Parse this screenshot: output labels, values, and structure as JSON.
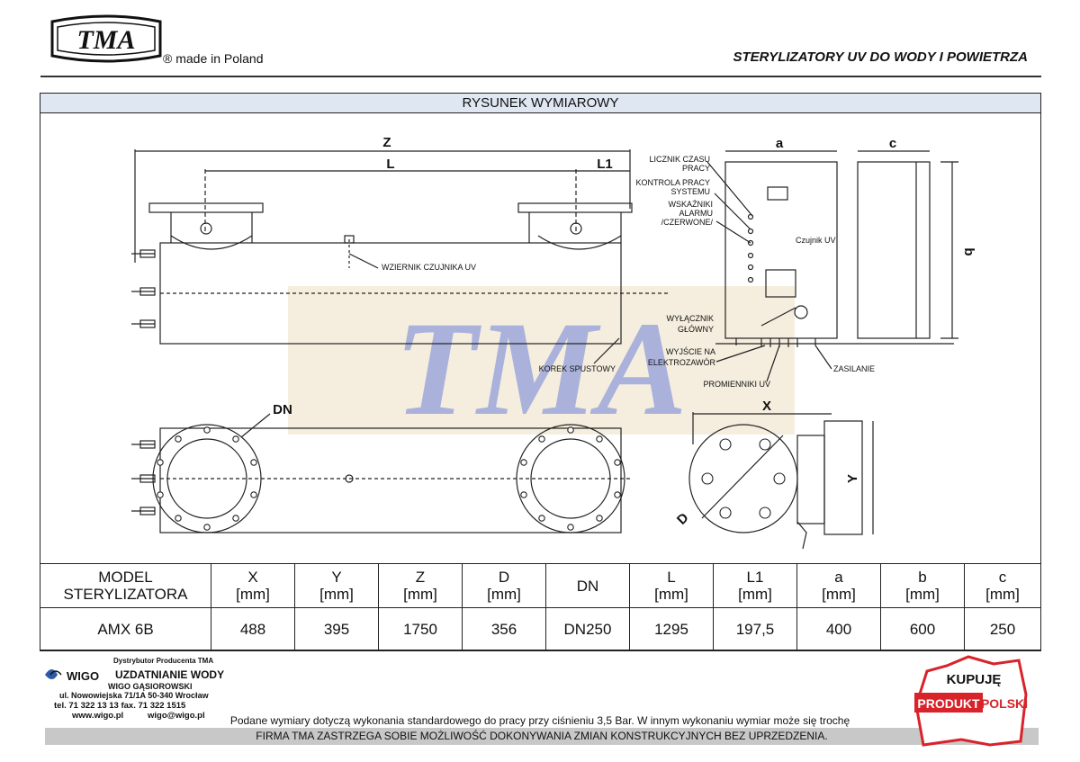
{
  "header": {
    "logo_text": "TMA",
    "made_in": "® made in Poland",
    "title": "STERYLIZATORY UV DO WODY I POWIETRZA"
  },
  "section_title": "RYSUNEK WYMIAROWY",
  "drawing": {
    "watermark": "TMA",
    "dims": {
      "Z": "Z",
      "L": "L",
      "L1": "L1",
      "a": "a",
      "c": "c",
      "b": "b",
      "DN": "DN",
      "X": "X",
      "Y": "Y",
      "D": "D"
    },
    "callouts": {
      "wziernik": "WZIERNIK CZUJNIKA UV",
      "korek": "KOREK SPUSTOWY",
      "licznik1": "LICZNIK CZASU",
      "licznik2": "PRACY",
      "kontrola1": "KONTROLA PRACY",
      "kontrola2": "SYSTEMU",
      "wsk1": "WSKAŹNIKI",
      "wsk2": "ALARMU",
      "wsk3": "/CZERWONE/",
      "czujnik": "Czujnik UV",
      "wyl1": "WYŁĄCZNIK",
      "wyl2": "GŁÓWNY",
      "wyj1": "WYJŚCIE NA",
      "wyj2": "ELEKTROZAWÓR",
      "zasilanie": "ZASILANIE",
      "prom": "PROMIENNIKI UV"
    }
  },
  "table": {
    "headers": [
      {
        "l1": "MODEL",
        "l2": "STERYLIZATORA"
      },
      {
        "l1": "X",
        "l2": "[mm]"
      },
      {
        "l1": "Y",
        "l2": "[mm]"
      },
      {
        "l1": "Z",
        "l2": "[mm]"
      },
      {
        "l1": "D",
        "l2": "[mm]"
      },
      {
        "l1": "DN",
        "l2": ""
      },
      {
        "l1": "L",
        "l2": "[mm]"
      },
      {
        "l1": "L1",
        "l2": "[mm]"
      },
      {
        "l1": "a",
        "l2": "[mm]"
      },
      {
        "l1": "b",
        "l2": "[mm]"
      },
      {
        "l1": "c",
        "l2": "[mm]"
      }
    ],
    "row": [
      "AMX 6B",
      "488",
      "395",
      "1750",
      "356",
      "DN250",
      "1295",
      "197,5",
      "400",
      "600",
      "250"
    ]
  },
  "distributor": {
    "logo_text": "WIGO",
    "line1": "Dystrybutor Producenta TMA",
    "line2": "UZDATNIANIE WODY",
    "line3": "WIGO GĄSIOROWSKI",
    "line4": "ul. Nowowiejska 71/1A 50-340 Wrocław",
    "line5": "tel. 71 322 13 13  fax. 71 322 1515",
    "line6": "www.wigo.pl",
    "line7": "wigo@wigo.pl"
  },
  "notes": {
    "note1": "Podane wymiary dotyczą wykonania standardowego do pracy przy ciśnieniu 3,5 Bar. W innym wykonaniu wymiar może się trochę różnić",
    "note2": "FIRMA TMA ZASTRZEGA SOBIE MOŻLIWOŚĆ DOKONYWANIA ZMIAN KONSTRUKCYJNYCH BEZ UPRZEDZENIA."
  },
  "badge": {
    "top": "KUPUJĘ",
    "left": "PRODUKT",
    "right": "POLSKI"
  },
  "colors": {
    "band": "#dfe7f3",
    "watermark": "#aab2dc",
    "badge_red": "#d8232a"
  }
}
